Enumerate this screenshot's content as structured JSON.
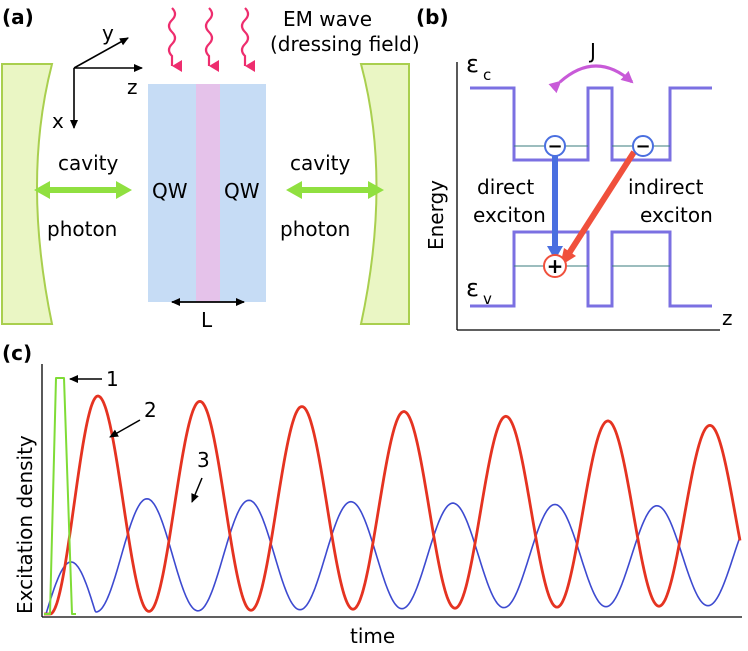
{
  "panel_a": {
    "label": "(a)",
    "wave_label_1": "EM wave",
    "wave_label_2": "(dressing field)",
    "axis_x": "x",
    "axis_y": "y",
    "axis_z": "z",
    "cavity_left": "cavity",
    "photon_left": "photon",
    "cavity_right": "cavity",
    "photon_right": "photon",
    "qw_left": "QW",
    "qw_right": "QW",
    "width_label": "L",
    "colors": {
      "mirror": "#eaf6c4",
      "mirror_stroke": "#a9cf4e",
      "qw": "#c6dcf5",
      "well": "#e5c2ea",
      "wave": "#ee2d6e",
      "arrow": "#90e040"
    }
  },
  "panel_b": {
    "label": "(b)",
    "ec": "ε",
    "ec_sub": "c",
    "ev": "ε",
    "ev_sub": "v",
    "coupling": "J",
    "axis_y": "Energy",
    "axis_x": "z",
    "direct_1": "direct",
    "direct_2": "exciton",
    "indirect_1": "indirect",
    "indirect_2": "exciton",
    "electron": "−",
    "hole": "+",
    "colors": {
      "band": "#7b70e2",
      "direct": "#4a6fe0",
      "indirect": "#f0503c",
      "coupling": "#c85ad8"
    }
  },
  "panel_c": {
    "label": "(c)"
  },
  "chart_data": {
    "type": "line",
    "xlabel": "time",
    "ylabel": "Excitation  density",
    "series": [
      {
        "name": "1",
        "color": "#7fdc36"
      },
      {
        "name": "2",
        "color": "#e53321"
      },
      {
        "name": "3",
        "color": "#3d4ad0"
      }
    ]
  }
}
